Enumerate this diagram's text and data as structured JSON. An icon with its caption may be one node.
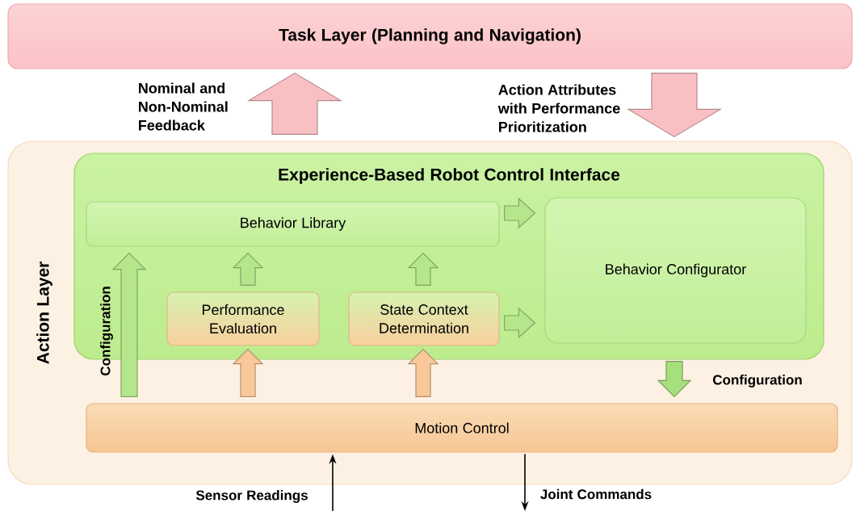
{
  "diagram": {
    "nodes": [
      {
        "text": [
          "Task Layer (Planning and Navigation)"
        ]
      },
      {
        "text": [
          "Action Layer"
        ]
      },
      {
        "text": [
          "Experience-Based Robot Control Interface"
        ],
        "in": 1
      },
      {
        "text": [
          "Behavior Library"
        ],
        "in": 2
      },
      {
        "text": [
          "Behavior Configurator"
        ],
        "in": 2
      },
      {
        "text": [
          "Performance Evaluation"
        ],
        "in": 2
      },
      {
        "text": [
          "State Context Determination"
        ],
        "in": 2
      },
      {
        "text": [
          "Motion Control"
        ],
        "in": 1
      }
    ],
    "edges": [
      {
        "from": 1,
        "to": 0,
        "arrow": "to",
        "label": "Nominal and Non-Nominal Feedback",
        "style": "thick",
        "color": "#f9c0c4"
      },
      {
        "from": 0,
        "to": 1,
        "arrow": "to",
        "label": "Action Attributes with Performance Prioritization",
        "style": "thick",
        "color": "#f9c0c4"
      },
      {
        "from": 3,
        "to": 4,
        "arrow": "to",
        "style": "thick",
        "color": "#b5e68c"
      },
      {
        "from": 6,
        "to": 4,
        "arrow": "to",
        "style": "thick",
        "color": "#b5e68c"
      },
      {
        "from": 5,
        "to": 3,
        "arrow": "to",
        "style": "thick",
        "color": "#b5e68c"
      },
      {
        "from": 6,
        "to": 3,
        "arrow": "to",
        "style": "thick",
        "color": "#b5e68c"
      },
      {
        "from": 7,
        "to": 5,
        "arrow": "to",
        "style": "thick",
        "color": "#f8c89a"
      },
      {
        "from": 7,
        "to": 6,
        "arrow": "to",
        "style": "thick",
        "color": "#f8c89a"
      },
      {
        "from": 7,
        "to": 3,
        "arrow": "to",
        "label": "Configuration",
        "style": "thick",
        "color": "#b5e68c"
      },
      {
        "from": 4,
        "to": 7,
        "arrow": "to",
        "label": "Configuration",
        "style": "thick",
        "color": "#a6e07c"
      },
      {
        "from": null,
        "to": 7,
        "arrow": "to",
        "label": "Sensor Readings",
        "color": "#000000"
      },
      {
        "from": 7,
        "to": null,
        "arrow": "to",
        "label": "Joint Commands",
        "color": "#000000"
      }
    ]
  }
}
